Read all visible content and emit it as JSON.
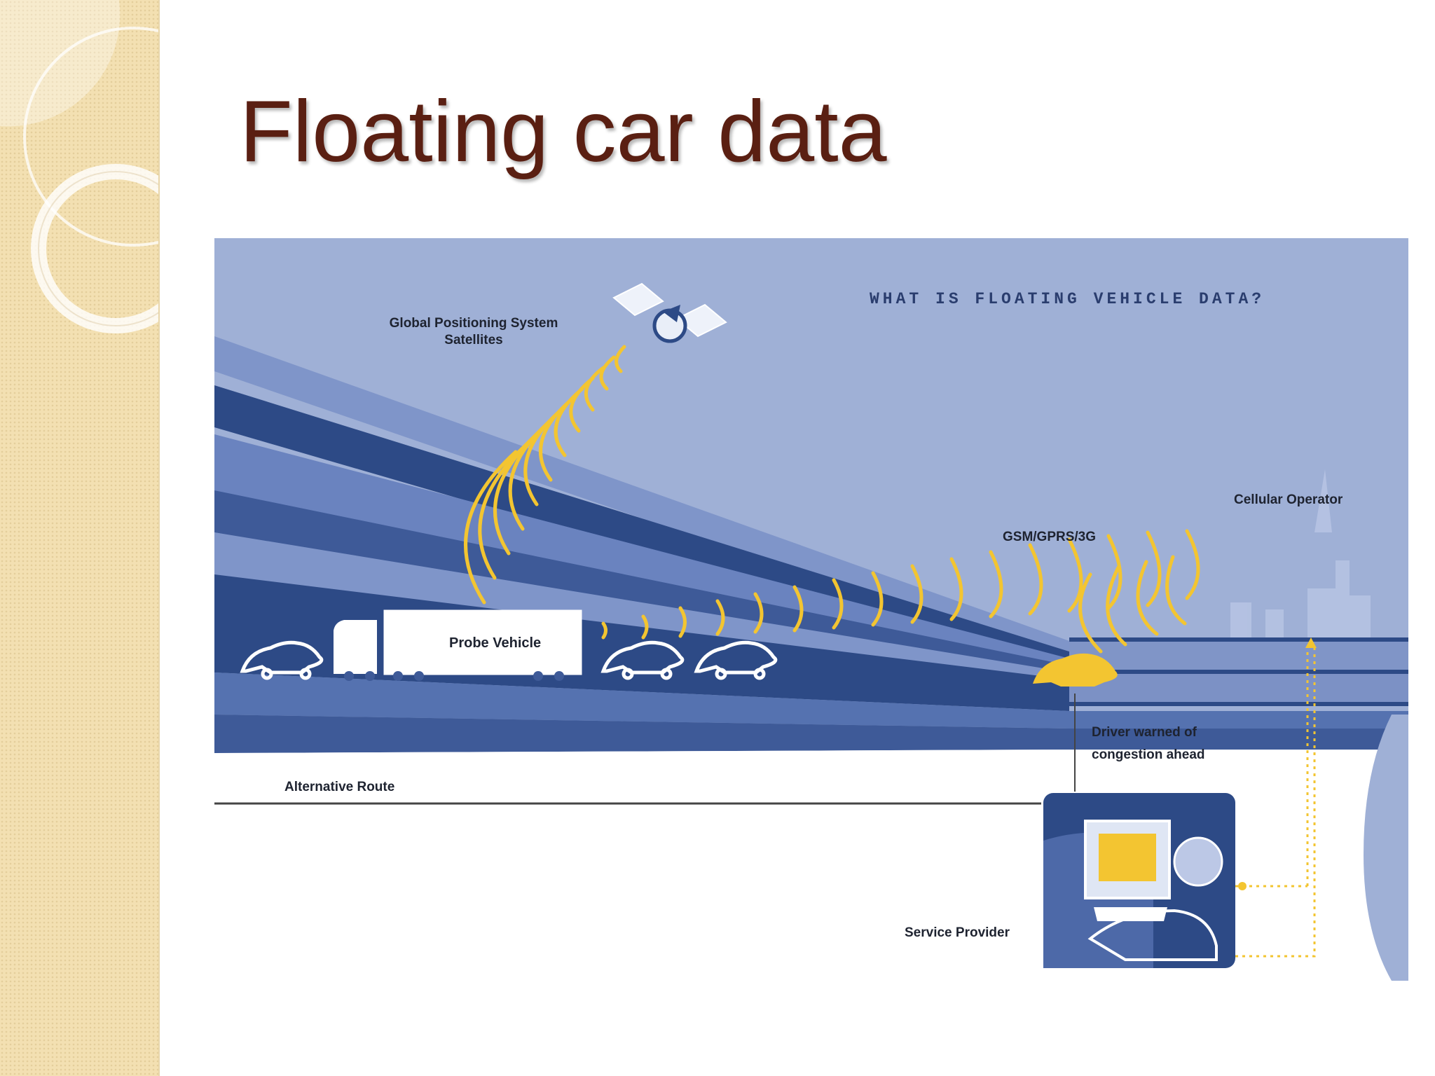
{
  "slide": {
    "title": "Floating car data"
  },
  "diagram": {
    "heading": "WHAT IS FLOATING VEHICLE DATA?",
    "labels": {
      "gps_satellites": "Global Positioning System Satellites",
      "cellular_operator": "Cellular Operator",
      "gsm_gprs_3g": "GSM/GPRS/3G",
      "probe_vehicle": "Probe Vehicle",
      "driver_warned": "Driver warned of congestion ahead",
      "alternative_route": "Alternative Route",
      "service_provider": "Service Provider"
    },
    "colors": {
      "sky": "#9fb0d6",
      "road_dark": "#2d4a86",
      "road_mid": "#5572b0",
      "road_light": "#7f95c9",
      "signal_yellow": "#f3c531",
      "title_brown": "#5a1f12"
    }
  }
}
